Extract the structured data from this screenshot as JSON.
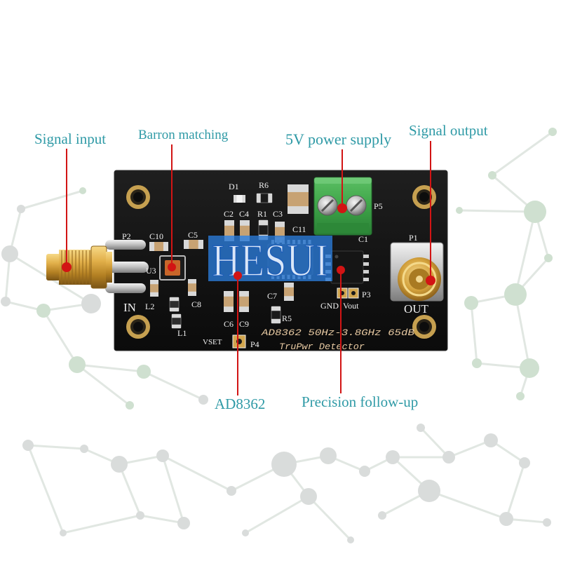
{
  "callouts": {
    "signal_input": "Signal input",
    "barron_matching": "Barron matching",
    "power_supply": "5V power supply",
    "signal_output": "Signal output",
    "ad8362": "AD8362",
    "precision_follow_up": "Precision follow-up"
  },
  "watermark": "HESUI",
  "silkscreen": {
    "d1": "D1",
    "r6": "R6",
    "c2": "C2",
    "c4": "C4",
    "r1": "R1",
    "c3": "C3",
    "c11": "C11",
    "c1": "C1",
    "p5": "P5",
    "p1": "P1",
    "out": "OUT",
    "p2": "P2",
    "c10": "C10",
    "c5": "C5",
    "u3": "U3",
    "in": "IN",
    "l2": "L2",
    "c8": "C8",
    "l1": "L1",
    "c6": "C6",
    "c9": "C9",
    "vset": "VSET",
    "p4": "P4",
    "r5": "R5",
    "c7": "C7",
    "gnd": "GND",
    "vout": "Vout",
    "p3": "P3",
    "model_line": "AD8362 50Hz-3.8GHz 65dB",
    "product_line": "TruPwr Detector"
  },
  "colors": {
    "callout_text": "#2f9aa6",
    "leader_line": "#d21414",
    "watermark_fill": "#2a78d2",
    "silkscreen": "#f0f0f0",
    "model_text": "#e7c9a2"
  }
}
